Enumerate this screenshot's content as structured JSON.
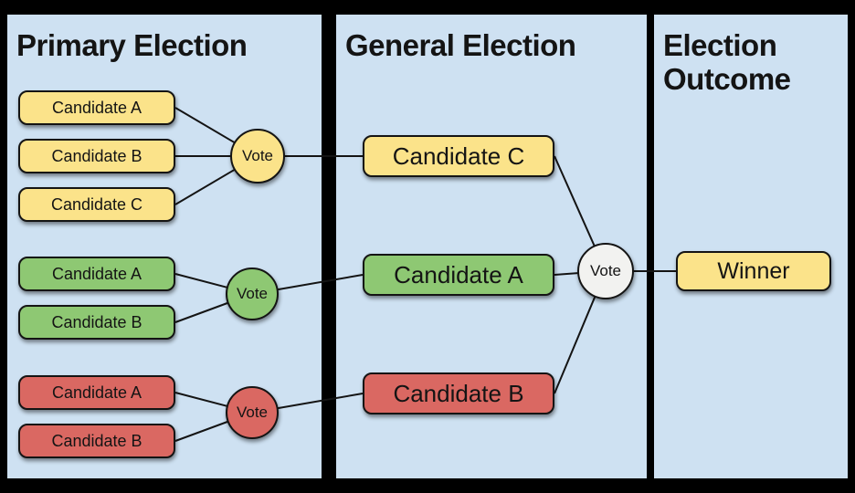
{
  "titles": {
    "primary": "Primary Election",
    "general": "General Election",
    "outcome": "Election Outcome"
  },
  "primary": {
    "parties": [
      {
        "name": "yellow-party",
        "color": "#fbe38a",
        "candidates": [
          "Candidate A",
          "Candidate B",
          "Candidate C"
        ],
        "vote_label": "Vote"
      },
      {
        "name": "green-party",
        "color": "#8ec873",
        "candidates": [
          "Candidate A",
          "Candidate B"
        ],
        "vote_label": "Vote"
      },
      {
        "name": "red-party",
        "color": "#da6862",
        "candidates": [
          "Candidate A",
          "Candidate B"
        ],
        "vote_label": "Vote"
      }
    ]
  },
  "general": {
    "nominees": [
      {
        "label": "Candidate C",
        "color": "#fbe38a"
      },
      {
        "label": "Candidate A",
        "color": "#8ec873"
      },
      {
        "label": "Candidate B",
        "color": "#da6862"
      }
    ],
    "vote_label": "Vote"
  },
  "outcome": {
    "winner_label": "Winner"
  },
  "colors": {
    "panel_background": "#cee1f2",
    "page_background": "#000000",
    "yellow": "#fbe38a",
    "green": "#8ec873",
    "red": "#da6862",
    "final_vote_circle": "#f2f2f0",
    "connector_line": "#141414"
  }
}
